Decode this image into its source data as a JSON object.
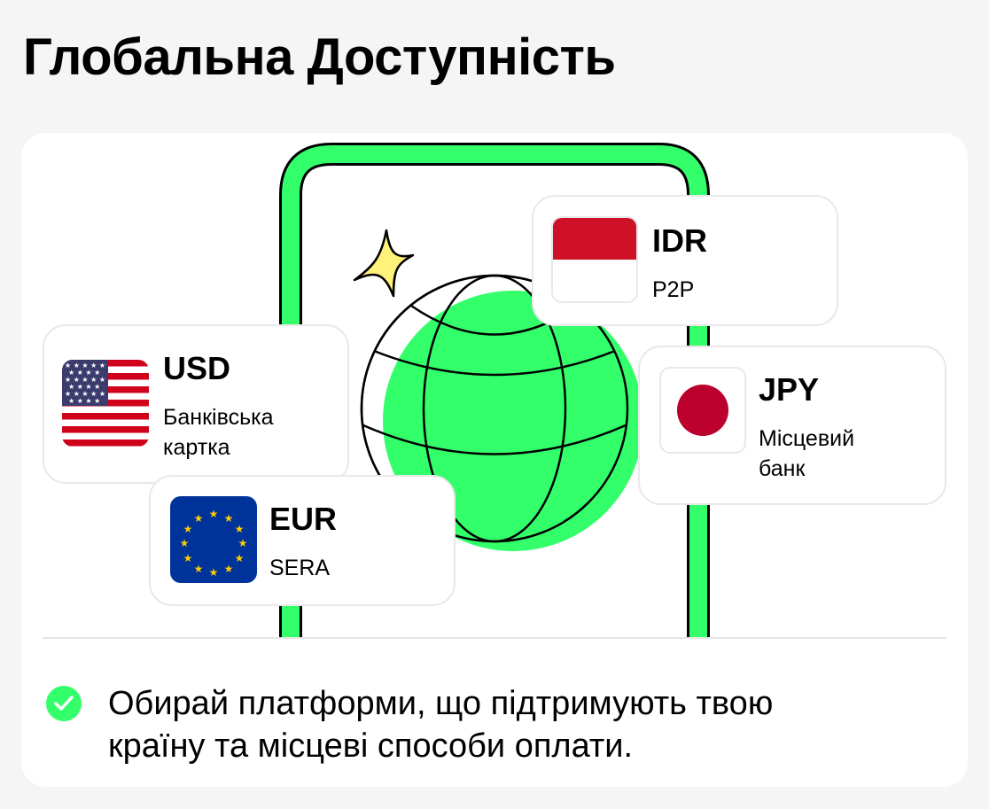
{
  "page": {
    "title": "Глобальна Доступність"
  },
  "colors": {
    "accent_green": "#33ff6a",
    "sparkle_yellow": "#fff27a",
    "card_border": "#e8e8e8",
    "background": "#f5f5f5"
  },
  "currencies": [
    {
      "code": "IDR",
      "method": "P2P",
      "flag_icon": "indonesia-flag-icon"
    },
    {
      "code": "USD",
      "method_line1": "Банківська",
      "method_line2": "картка",
      "flag_icon": "usa-flag-icon"
    },
    {
      "code": "JPY",
      "method_line1": "Місцевий",
      "method_line2": "банк",
      "flag_icon": "japan-flag-icon"
    },
    {
      "code": "EUR",
      "method": "SERA",
      "flag_icon": "eu-flag-icon"
    }
  ],
  "footer": {
    "icon": "check-circle-icon",
    "text_line1": "Обирай платформи, що підтримують твою",
    "text_line2": "країну та місцеві способи оплати."
  }
}
